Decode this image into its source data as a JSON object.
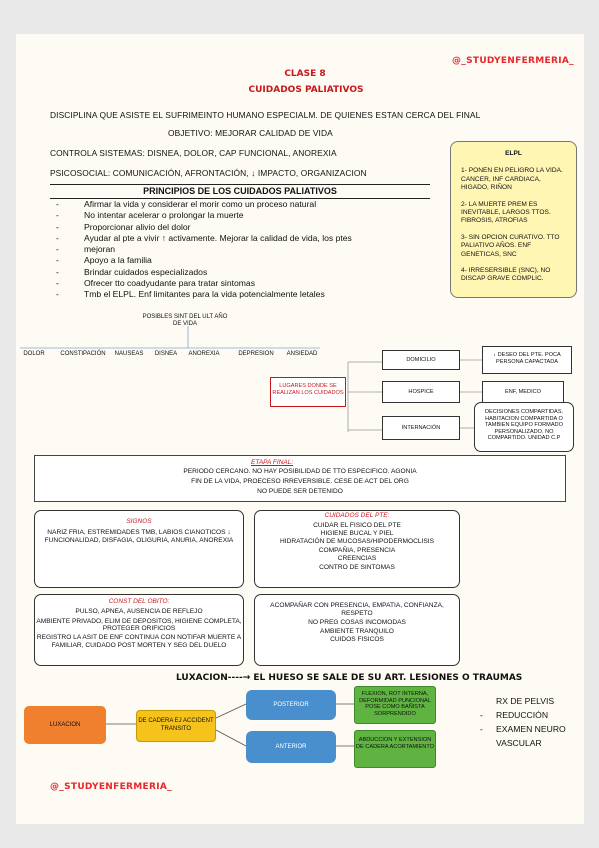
{
  "handle_top": "@_STUDYENFERMERIA_",
  "handle_bottom": "@_STUDYENFERMERIA_",
  "class_title": "CLASE 8",
  "subtitle": "CUIDADOS PALIATIVOS",
  "intro": {
    "discipline": "DISCIPLINA QUE ASISTE EL SUFRIMEINTO HUMANO ESPECIALM. DE QUIENES ESTAN CERCA DEL FINAL",
    "objective": "OBJETIVO: MEJORAR CALIDAD DE VIDA",
    "control": "CONTROLA SISTEMAS: DISNEA, DOLOR, CAP FUNCIONAL, ANOREXIA",
    "psicosocial": "PSICOSOCIAL: COMUNICACIÓN, AFRONTACIÓN, ↓ IMPACTO, ORGANIZACION"
  },
  "elpl": {
    "title": "ELPL",
    "items": [
      "1- PONEN EN PELIGRO LA VIDA. CANCER, INF CARDIACA, HIGADO, RIÑON",
      "2- LA MUERTE PREM ES INEVITABLE, LARGOS TTOS. FIBROSIS, ATROFIAS",
      "3- SIN OPCION CURATIVO. TTO PALIATIVO AÑOS. ENF GENETICAS, SNC",
      "4- IRRESERSIBLE (SNC), NO DISCAP GRAVE COMPLIC."
    ]
  },
  "principles": {
    "title": "PRINCIPIOS DE LOS CUIDADOS PALIATIVOS",
    "items": [
      "Afirmar la vida y considerar el morir como un proceso natural",
      "No intentar acelerar o prolongar la muerte",
      "Proporcionar alivio del dolor",
      "Ayudar al pte a vivir ↑ activamente. Mejorar la calidad de vida, los ptes",
      "mejoran",
      "Apoyo a la familia",
      "Brindar cuidados especializados",
      "Ofrecer tto coadyudante para tratar sintomas",
      "Tmb el ELPL. Enf limitantes para la vida potencialmente letales"
    ]
  },
  "symptoms": {
    "title": "POSIBLES SINT DEL ULT AÑO DE VIDA",
    "items": [
      "DOLOR",
      "CONSTIPACIÓN",
      "NAUSEAS",
      "DISNEA",
      "ANOREXIA",
      "DEPRESION",
      "ANSIEDAD"
    ]
  },
  "places": {
    "title": "LUGARES DONDE SE REALIZAN LOS CUIDADOS",
    "items": [
      {
        "name": "DOMICILIO",
        "detail": "↓ DESEO DEL PTE. POCA PERSONA CAPACTADA"
      },
      {
        "name": "HOSPICE",
        "detail": "ENF, MEDICO"
      },
      {
        "name": "INTERNACIÓN",
        "detail": "DECISIONES COMPARTIDAS. HABITACION COMPARTIDA O TAMBIEN EQUIPO FORMADO PERSONALIZADO. NO COMPARTIDO. UNIDAD C.P"
      }
    ]
  },
  "final_stage": {
    "title": "ETAPA FINAL:",
    "lines": [
      "PERIODO CERCANO. NO HAY POSIBILIDAD DE TTO ESPECIFICO. AGONIA",
      "FIN DE LA VIDA, PROECESO IRREVERSIBLE. CESE DE ACT DEL ORG",
      "NO PUEDE SER DETENIDO"
    ]
  },
  "signs": {
    "title": "SIGNOS",
    "text": "NARIZ FRIA, ESTREMIDADES TMB, LABIOS CIANOTICOS ↓ FUNCIONALIDAD, DISFAGIA, OLIGURIA, ANURIA, ANOREXIA"
  },
  "patient_care": {
    "title": "CUIDADOS DEL PTE:",
    "items": [
      "CUIDAR EL FISICO DEL PTE",
      "HIGIENE BUCAL Y PIEL",
      "HIDRATACIÓN DE MUCOSAS/HIPODERMOCLISIS",
      "COMPAÑIA, PRESENCIA",
      "CREENCIAS",
      "CONTRO DE SINTOMAS"
    ]
  },
  "const_obito": {
    "title": "CONST DEL OBITO:",
    "lines": [
      "PULSO, APNEA, AUSENCIA DE REFLEJO",
      "AMBIENTE PRIVADO, ELIM DE DEPOSITOS, HIGIENE COMPLETA, PROTEGER ORIFICIOS",
      "REGISTRO  LA ASIT DE ENF CONTINUA CON NOTIFAR MUERTE A FAMILIAR, CUIDADO POST MORTEN Y SEG DEL DUELO"
    ]
  },
  "accompany": {
    "items": [
      "ACOMPAÑAR CON PRESENCIA, EMPATIA, CONFIANZA, RESPETO",
      "NO PREG COSAS INCOMODAS",
      "AMBIENTE TRANQUILO",
      "CUIDOS FISICOS"
    ]
  },
  "luxation": {
    "heading": "LUXACION----→ EL HUESO SE SALE DE SU ART. LESIONES O TRAUMAS",
    "flow": {
      "root": "LUXACION",
      "cause": "DE CADERA EJ ACCIDENT TRANSITO",
      "posterior": "POSTERIOR",
      "anterior": "ANTERIOR",
      "posterior_detail": "FLEXION, ROT INTERNA, DEFORMIDAD PUNCIONAL POSE COMO BAÑISTA SORPRENDIDO",
      "anterior_detail": "ABDUCCION Y EXTENSION DE CADERA ACORTAMIENTO"
    },
    "notes": [
      "RX DE PELVIS",
      "REDUCCIÓN",
      "EXAMEN NEURO",
      "VASCULAR"
    ]
  }
}
